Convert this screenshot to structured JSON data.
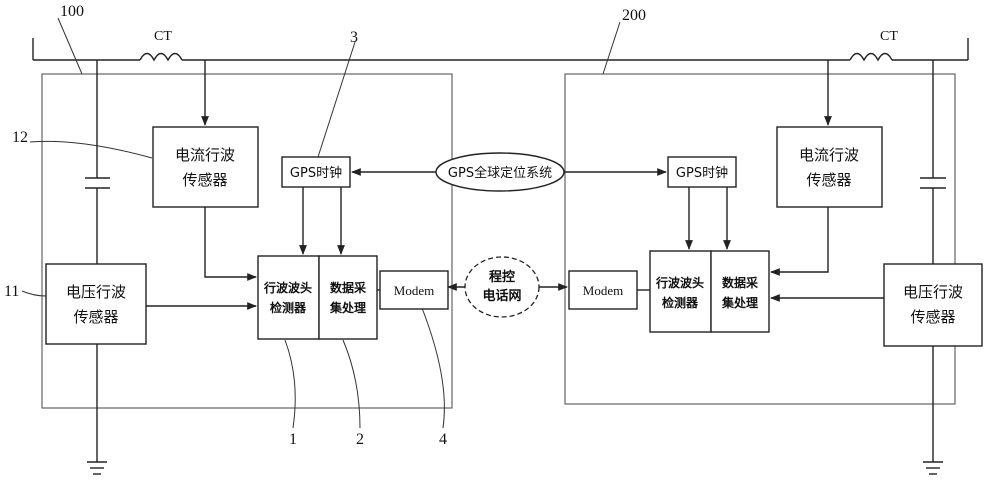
{
  "refs": {
    "r100": "100",
    "r200": "200",
    "r3": "3",
    "r12": "12",
    "r11": "11",
    "r1": "1",
    "r2": "2",
    "r4": "4",
    "ct_left": "CT",
    "ct_right": "CT"
  },
  "left": {
    "current_sensor": [
      "电流行波",
      "传感器"
    ],
    "voltage_sensor": [
      "电压行波",
      "传感器"
    ],
    "gps_clock": "GPS时钟",
    "detector": [
      "行波波头",
      "检测器"
    ],
    "data_proc": [
      "数据采",
      "集处理"
    ],
    "modem": "Modem"
  },
  "right": {
    "current_sensor": [
      "电流行波",
      "传感器"
    ],
    "voltage_sensor": [
      "电压行波",
      "传感器"
    ],
    "gps_clock": "GPS时钟",
    "detector": [
      "行波波头",
      "检测器"
    ],
    "data_proc": [
      "数据采",
      "集处理"
    ],
    "modem": "Modem"
  },
  "center": {
    "gps_system": "GPS全球定位系统",
    "phone_net": [
      "程控",
      "电话网"
    ]
  }
}
